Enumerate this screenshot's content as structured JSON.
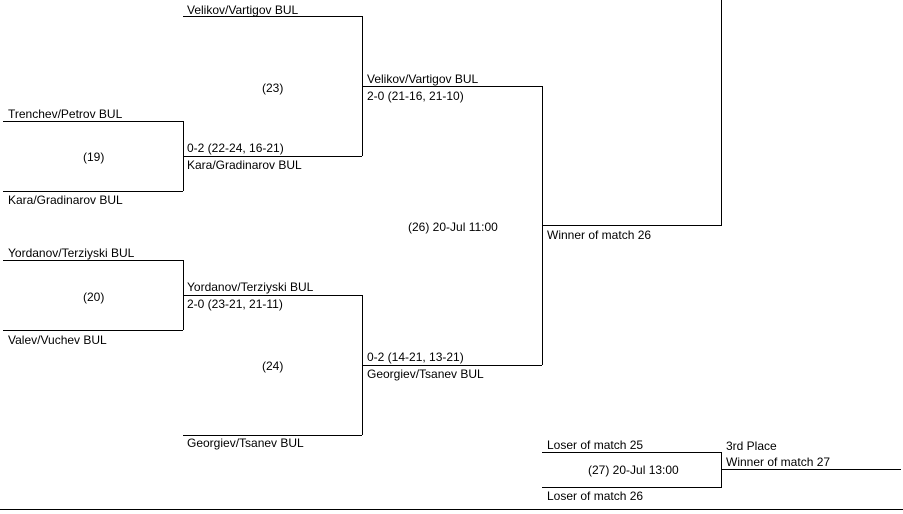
{
  "round1": {
    "m19": {
      "team1": "Trenchev/Petrov BUL",
      "team2": "Kara/Gradinarov BUL",
      "label": "(19)"
    },
    "m20": {
      "team1": "Yordanov/Terziyski BUL",
      "team2": "Valev/Vuchev BUL",
      "label": "(20)"
    }
  },
  "round2": {
    "m23": {
      "team1": "Velikov/Vartigov BUL",
      "label": "(23)",
      "team2_result": "0-2 (22-24, 16-21)",
      "team2": "Kara/Gradinarov BUL"
    },
    "m24": {
      "team1": "Yordanov/Terziyski BUL",
      "team1_result": "2-0 (23-21, 21-11)",
      "label": "(24)",
      "team2": "Georgiev/Tsanev BUL"
    }
  },
  "round3": {
    "m26": {
      "team1": "Velikov/Vartigov BUL",
      "team1_result": "2-0 (21-16, 21-10)",
      "label": "(26) 20-Jul 11:00",
      "team2_result": "0-2 (14-21, 13-21)",
      "team2": "Georgiev/Tsanev BUL"
    }
  },
  "final": {
    "winner_slot": "Winner of match 26"
  },
  "third_place": {
    "slot1": "Loser of match 25",
    "slot2": "Loser of match 26",
    "label": "(27) 20-Jul 13:00",
    "title": "3rd Place",
    "winner": "Winner of match 27"
  }
}
